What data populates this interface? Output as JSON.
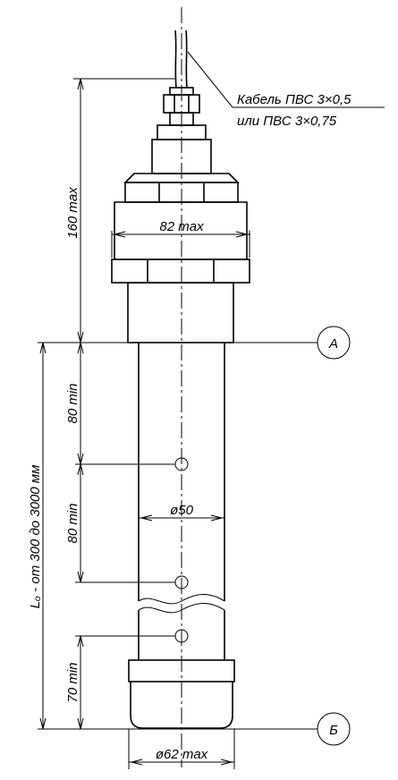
{
  "cable_note": {
    "line1": "Кабель ПВС 3×0,5",
    "line2": "или ПВС 3×0,75"
  },
  "dimensions": {
    "height_max": "160 max",
    "width_max": "82 max",
    "seg1_min": "80 min",
    "seg2_min": "80 min",
    "seg3_min": "70 min",
    "tube_diameter": "ø50",
    "base_diameter": "ø62 max",
    "length_range": "Lₒ - от 300 до 3000 мм"
  },
  "datums": {
    "top": "A",
    "bottom": "Б"
  }
}
